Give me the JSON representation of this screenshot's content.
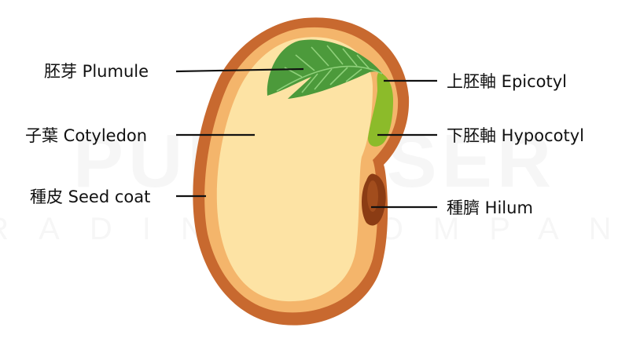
{
  "watermark": {
    "main": "PURERISER",
    "sub": "TRADING COMPANY"
  },
  "labels": {
    "plumule": "胚芽 Plumule",
    "cotyledon": "子葉 Cotyledon",
    "seed_coat": "種皮 Seed coat",
    "epicotyl": "上胚軸 Epicotyl",
    "hypocotyl": "下胚軸 Hypocotyl",
    "hilum": "種臍 Hilum"
  },
  "colors": {
    "seed_coat_outer": "#c8692f",
    "seed_coat_inner": "#f4b56b",
    "cotyledon": "#fde3a4",
    "hilum": "#8b3c14",
    "leaf": "#4c9a3b",
    "leaf_vein": "#8fd07a",
    "epicotyl": "#8cbb2a",
    "line": "#111111"
  }
}
